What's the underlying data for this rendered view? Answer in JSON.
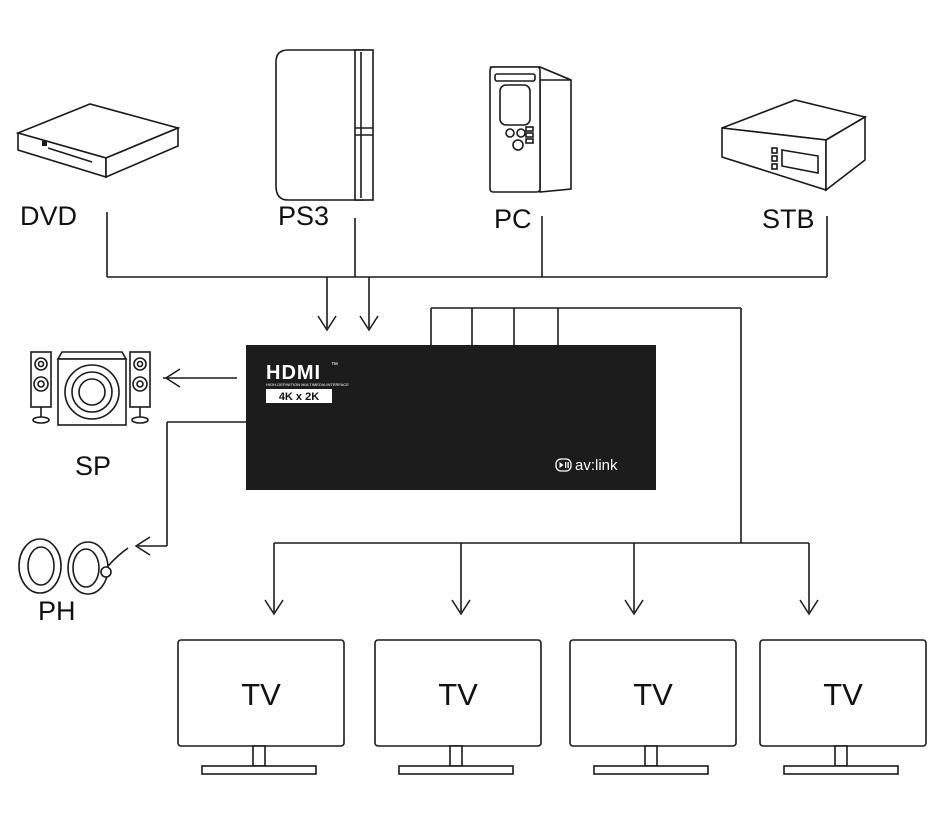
{
  "sources": {
    "dvd": "DVD",
    "ps3": "PS3",
    "pc": "PC",
    "stb": "STB"
  },
  "audio": {
    "speaker": "SP",
    "headphone": "PH"
  },
  "switch": {
    "logo": "HDMI",
    "logo_tm": "™",
    "logo_sub": "HIGH-DEFINITION MULTIMEDIA INTERFACE",
    "resolution": "4K x 2K",
    "brand": "av:link",
    "color": "#1c1c1c"
  },
  "outputs": [
    "TV",
    "TV",
    "TV",
    "TV"
  ]
}
